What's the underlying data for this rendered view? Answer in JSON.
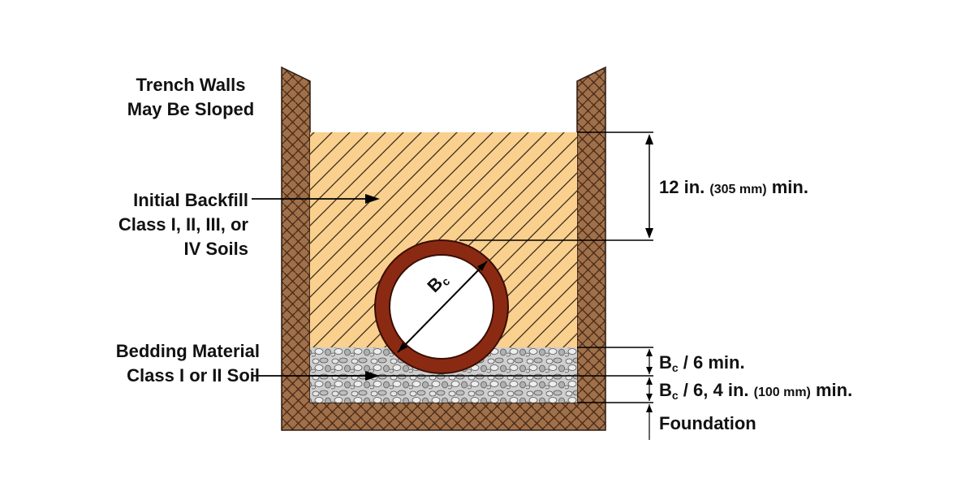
{
  "labels": {
    "trench_walls_line1": "Trench Walls",
    "trench_walls_line2": "May Be Sloped",
    "initial_backfill_line1": "Initial Backfill",
    "initial_backfill_line2": "Class I, II, III, or",
    "initial_backfill_line3": "IV Soils",
    "bedding_line1": "Bedding Material",
    "bedding_line2": "Class I or II Soil",
    "cover_dim_main": "12 in.",
    "cover_dim_metric": "(305 mm)",
    "cover_dim_suffix": "min.",
    "pipe_diameter_main": "B",
    "pipe_diameter_sub": "c",
    "bedding_upper_main": "B",
    "bedding_upper_sub": "c",
    "bedding_upper_rest": " / 6 min.",
    "bedding_lower_main": "B",
    "bedding_lower_sub": "c",
    "bedding_lower_rest": " / 6, 4 in.",
    "bedding_lower_metric": "(100 mm)",
    "bedding_lower_suffix": "min.",
    "foundation": "Foundation"
  },
  "colors": {
    "soil": "#a0704a",
    "soil_pattern": "#4a2c18",
    "backfill": "#f9d08e",
    "backfill_hatch": "#3a2a1a",
    "bedding": "#cfcfcf",
    "bedding_stone": "#6e6e6e",
    "pipe_wall": "#8b2a12",
    "pipe_inner": "#ffffff",
    "line": "#000000"
  }
}
